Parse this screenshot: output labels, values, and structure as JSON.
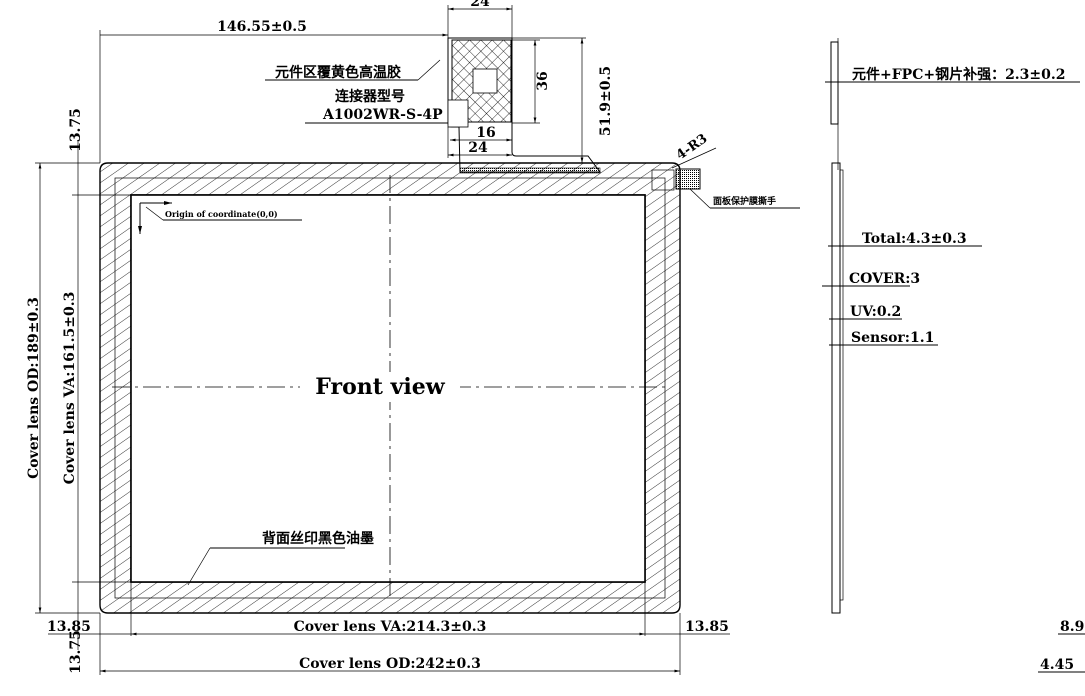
{
  "title": "Front view",
  "top_dims": {
    "fpc_offset": "146.55±0.5",
    "fpc_width_top": "24",
    "fpc_height": "36",
    "fpc_total_height": "51.9±0.5",
    "fpc_tail_16": "16",
    "fpc_tail_24": "24"
  },
  "callouts": {
    "component_tape": "元件区覆黄色高温胶",
    "connector_label": "连接器型号",
    "connector_model": "A1002WR-S-4P",
    "corner_radius": "4-R3",
    "peel_tab": "面板保护膜撕手",
    "origin": "Origin of coordinate(0,0)",
    "black_ink": "背面丝印黑色油墨"
  },
  "left_dims": {
    "top_margin": "13.75",
    "od_height": "Cover lens OD:189±0.3",
    "va_height": "Cover lens VA:161.5±0.3",
    "bottom_margin": "13.75"
  },
  "bottom_dims": {
    "left_margin": "13.85",
    "va_width": "Cover lens VA:214.3±0.3",
    "right_margin": "13.85",
    "od_width": "Cover lens OD:242±0.3"
  },
  "side_view": {
    "fpc_stack": "元件+FPC+钢片补强：2.3±0.2",
    "total": "Total:4.3±0.3",
    "cover": "COVER:3",
    "uv": "UV:0.2",
    "sensor": "Sensor:1.1",
    "dim_a": "8.9",
    "dim_b": "4.45"
  }
}
